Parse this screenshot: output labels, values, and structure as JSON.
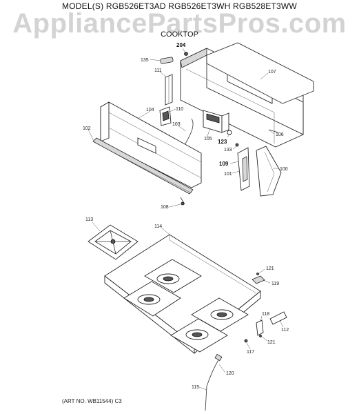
{
  "header": {
    "model_line": "MODEL(S) RGB526ET3AD  RGB526ET3WH  RGB528ET3WW",
    "section_title": "COOKTOP"
  },
  "watermark": "AppliancePartsPros.com",
  "footer": {
    "art_number": "(ART NO. WB11544) C3"
  },
  "parts": [
    {
      "id": "p204",
      "label": "204"
    },
    {
      "id": "p135",
      "label": "135"
    },
    {
      "id": "p111",
      "label": "111"
    },
    {
      "id": "p107",
      "label": "107"
    },
    {
      "id": "p104",
      "label": "104"
    },
    {
      "id": "p110",
      "label": "110"
    },
    {
      "id": "p102",
      "label": "102"
    },
    {
      "id": "p103",
      "label": "103"
    },
    {
      "id": "p105",
      "label": "105"
    },
    {
      "id": "p123",
      "label": "123"
    },
    {
      "id": "p106",
      "label": "106"
    },
    {
      "id": "p133",
      "label": "133"
    },
    {
      "id": "p109",
      "label": "109"
    },
    {
      "id": "p101",
      "label": "101"
    },
    {
      "id": "p100",
      "label": "100"
    },
    {
      "id": "p108",
      "label": "108"
    },
    {
      "id": "p113",
      "label": "113"
    },
    {
      "id": "p114",
      "label": "114"
    },
    {
      "id": "p121a",
      "label": "121"
    },
    {
      "id": "p119",
      "label": "119"
    },
    {
      "id": "p118",
      "label": "118"
    },
    {
      "id": "p112",
      "label": "112"
    },
    {
      "id": "p121b",
      "label": "121"
    },
    {
      "id": "p117",
      "label": "117"
    },
    {
      "id": "p120",
      "label": "120"
    },
    {
      "id": "p115",
      "label": "115"
    }
  ]
}
